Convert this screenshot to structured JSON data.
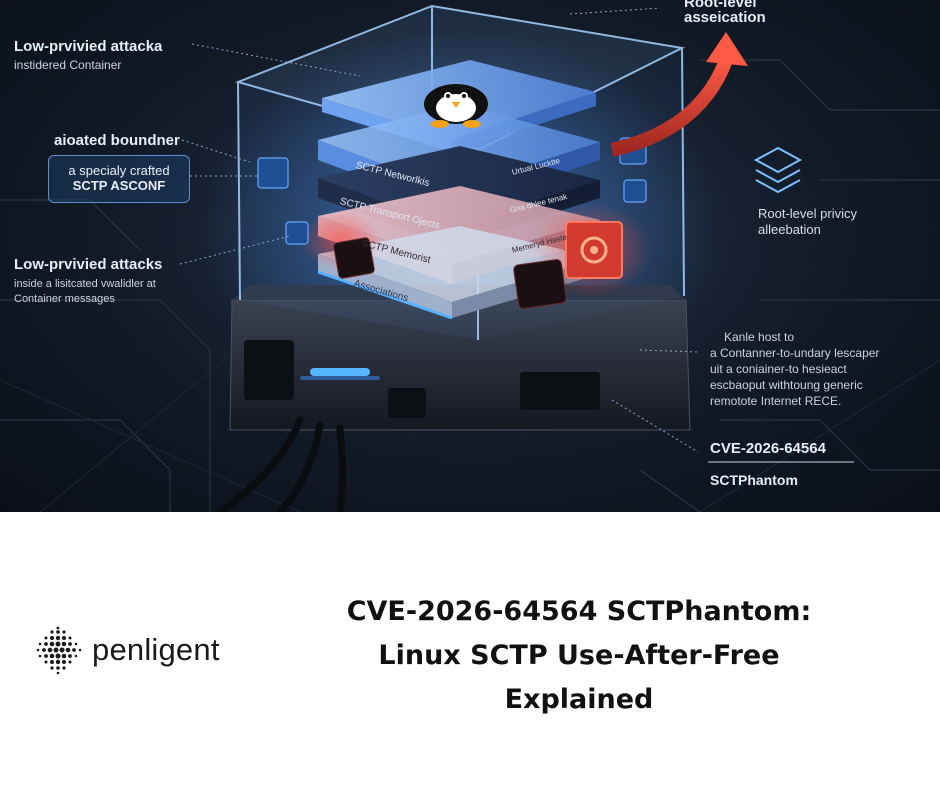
{
  "hero": {
    "top_right_label": {
      "line1": "Root-level",
      "line2": "asseication"
    },
    "left_top": {
      "title": "Low-prvivied attacka",
      "subtitle": "instidered Container"
    },
    "left_mid": {
      "title": "aioated boundner"
    },
    "asconf_box": {
      "line1": "a specialy crafted",
      "line2": "SCTP ASCONF"
    },
    "left_bottom": {
      "title": "Low-prvivied attacks",
      "sub1": "inside a lisitcated vwalidler at",
      "sub2": "Container messages"
    },
    "layers": {
      "l1": "SCTP Networlkis",
      "l2": "SCTP Transport Ojects",
      "l3": "SCTP Memorist",
      "l4": "Associations",
      "r1": "Urtual Lucktte",
      "r2": "Gria dhlee tenak",
      "r3": "Memeryd Haste"
    },
    "right_mid": {
      "line1": "Root-level privicy",
      "line2": "alleebation"
    },
    "right_lower": {
      "line0": "Kanle host to",
      "line1": "a Contanner-to-undary lescaper",
      "line2": "uit a coniainer-to hesieact",
      "line3": "escbaoput withtoung generic",
      "line4": "remotote Internet RECE."
    },
    "cve_tag": {
      "id": "CVE-2026-64564",
      "name": "SCTPhantom"
    },
    "colors": {
      "accent_red": "#e8413a",
      "glow_blue": "#3a8dff"
    },
    "icons": [
      "linux-penguin-icon",
      "stack-layers-icon",
      "gear-chip-icon",
      "red-arrow-icon"
    ]
  },
  "brand": {
    "name": "penligent"
  },
  "headline": {
    "line1": "CVE-2026-64564 SCTPhantom:",
    "line2": "Linux SCTP Use-After-Free",
    "line3": "Explained"
  }
}
